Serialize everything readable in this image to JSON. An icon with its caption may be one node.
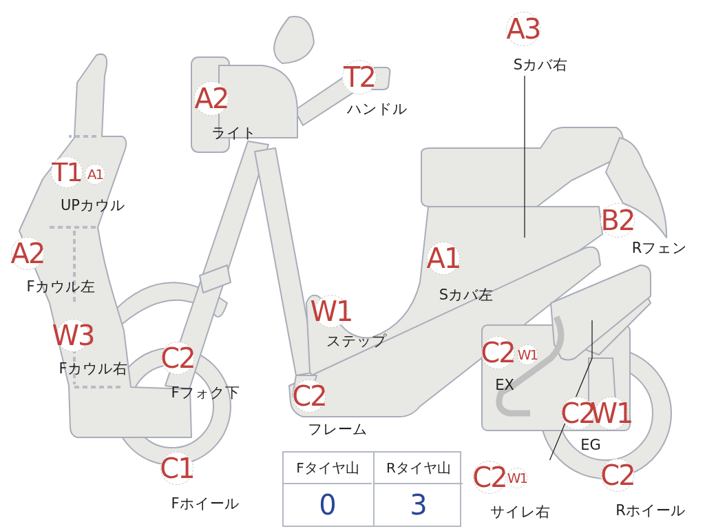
{
  "diagram": {
    "nodes": [
      {
        "text": [
          "A3"
        ],
        "beside": [
          "Sカバ右"
        ]
      },
      {
        "text": [
          "A2"
        ],
        "beside": [
          "ライト"
        ]
      },
      {
        "text": [
          "T2"
        ],
        "beside": [
          "ハンドル"
        ]
      },
      {
        "text": [
          "T1"
        ],
        "beside": [
          "UPカウル"
        ]
      },
      {
        "text": [
          "A1"
        ]
      },
      {
        "text": [
          "B2"
        ],
        "beside": [
          "Rフェン"
        ]
      },
      {
        "text": [
          "A2"
        ],
        "beside": [
          "Fカウル左"
        ]
      },
      {
        "text": [
          "A1"
        ],
        "beside": [
          "Sカバ左"
        ]
      },
      {
        "text": [
          "W1"
        ],
        "beside": [
          "ステップ"
        ]
      },
      {
        "text": [
          "W3"
        ],
        "beside": [
          "Fカウル右"
        ]
      },
      {
        "text": [
          "C2"
        ],
        "beside": [
          "Fフォク下"
        ]
      },
      {
        "text": [
          "C2"
        ],
        "beside": [
          "EX"
        ]
      },
      {
        "text": [
          "W1"
        ]
      },
      {
        "text": [
          "C2"
        ],
        "beside": [
          "フレーム"
        ]
      },
      {
        "text": [
          "C2"
        ],
        "beside": [
          "EG"
        ]
      },
      {
        "text": [
          "W1"
        ]
      },
      {
        "text": [
          "C1"
        ],
        "beside": [
          "Fホイール"
        ]
      },
      {
        "text": [
          "C2"
        ],
        "beside": [
          "サイレ右"
        ]
      },
      {
        "text": [
          "W1"
        ]
      },
      {
        "text": [
          "C2"
        ],
        "beside": [
          "Rホイール"
        ]
      }
    ],
    "edges": [
      {
        "from": 0,
        "to": null,
        "arrow": "none"
      },
      {
        "from": 17,
        "to": null,
        "arrow": "none"
      }
    ],
    "labels": [
      "Fタイヤ山",
      "Rタイヤ山",
      "0",
      "3"
    ]
  }
}
